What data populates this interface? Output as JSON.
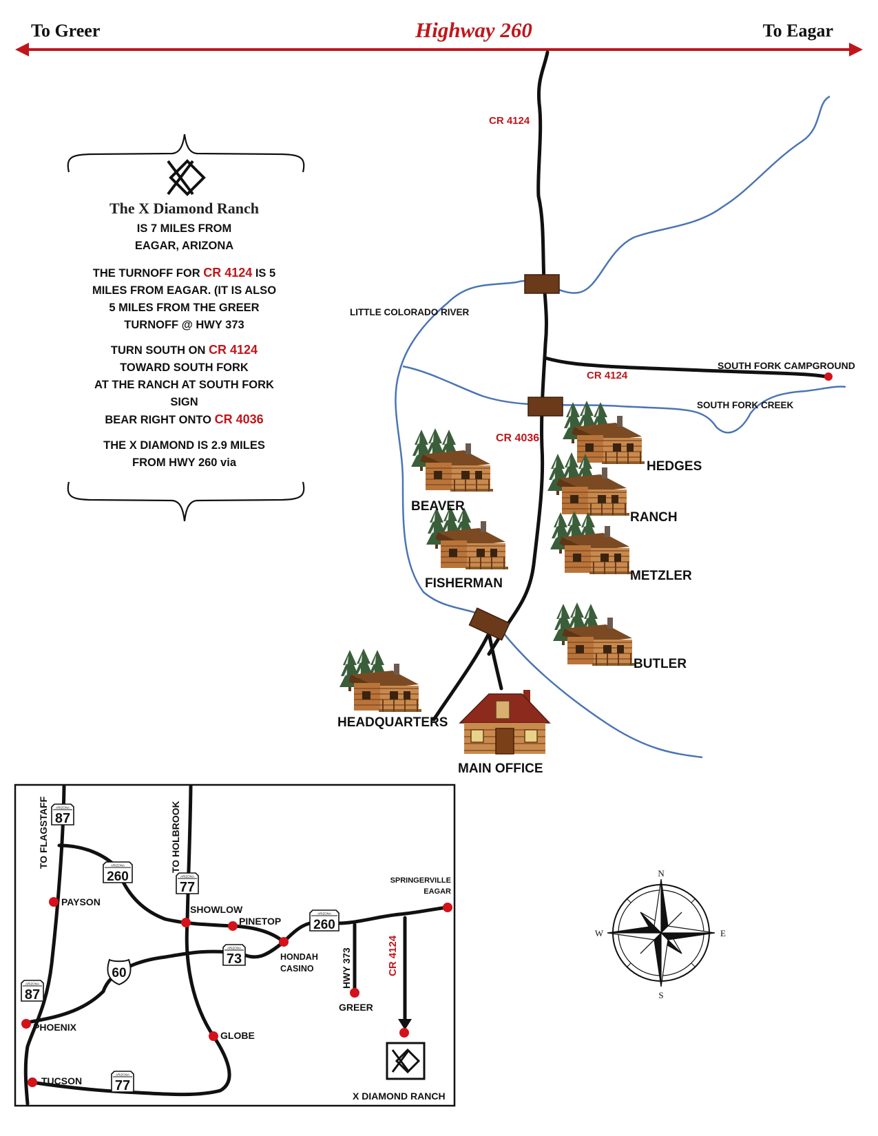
{
  "header": {
    "left": "To Greer",
    "title": "Highway 260",
    "right": "To Eagar"
  },
  "info_box": {
    "title": "The X Diamond Ranch",
    "line1": "IS 7 MILES FROM",
    "line2": "EAGAR, ARIZONA",
    "p2_a": "THE TURNOFF FOR ",
    "p2_road": "CR 4124",
    "p2_b": " IS 5",
    "p2_c": "MILES FROM EAGAR. (IT IS ALSO",
    "p2_d": "5 MILES FROM THE GREER",
    "p2_e": "TURNOFF @ HWY 373",
    "p3_a": "TURN SOUTH ON ",
    "p3_road": "CR 4124",
    "p3_b": "TOWARD SOUTH FORK",
    "p3_c": "AT THE RANCH AT SOUTH FORK",
    "p3_d": "SIGN",
    "p3_e": "BEAR RIGHT ONTO ",
    "p3_road2": "CR 4036",
    "p4_a": "THE X DIAMOND IS 2.9 MILES",
    "p4_b": "FROM HWY 260 via"
  },
  "main_map": {
    "road_cr4124_north": "CR 4124",
    "road_cr4124_east": "CR 4124",
    "road_cr4036": "CR 4036",
    "river": "LITTLE COLORADO RIVER",
    "creek": "SOUTH FORK CREEK",
    "campground": "SOUTH FORK CAMPGROUND",
    "cabins": [
      "BEAVER",
      "FISHERMAN",
      "HEDGES",
      "RANCH",
      "METZLER",
      "BUTLER",
      "HEADQUARTERS"
    ],
    "main_office": "MAIN OFFICE"
  },
  "inset_map": {
    "to_flagstaff": "TO FLAGSTAFF",
    "to_holbrook": "TO HOLBROOK",
    "cities": {
      "payson": "PAYSON",
      "showlow": "SHOWLOW",
      "pinetop": "PINETOP",
      "hondah1": "HONDAH",
      "hondah2": "CASINO",
      "phoenix": "PHOENIX",
      "globe": "GLOBE",
      "tucson": "TUCSON",
      "greer": "GREER",
      "springerville": "SPRINGERVILLE",
      "eagar": "EAGAR",
      "ranch": "X DIAMOND RANCH"
    },
    "shield_state_label": "ARIZONA",
    "shields": {
      "h87a": "87",
      "h260a": "260",
      "h77a": "77",
      "h260b": "260",
      "h73": "73",
      "h60": "60",
      "h87b": "87",
      "h77b": "77"
    },
    "hwy373": "HWY 373",
    "cr4124": "CR 4124"
  },
  "compass": {
    "n": "N",
    "s": "S",
    "e": "E",
    "w": "W"
  },
  "colors": {
    "red": "#c0161b",
    "river": "#4a74b4",
    "bridge": "#6b3a1a"
  }
}
